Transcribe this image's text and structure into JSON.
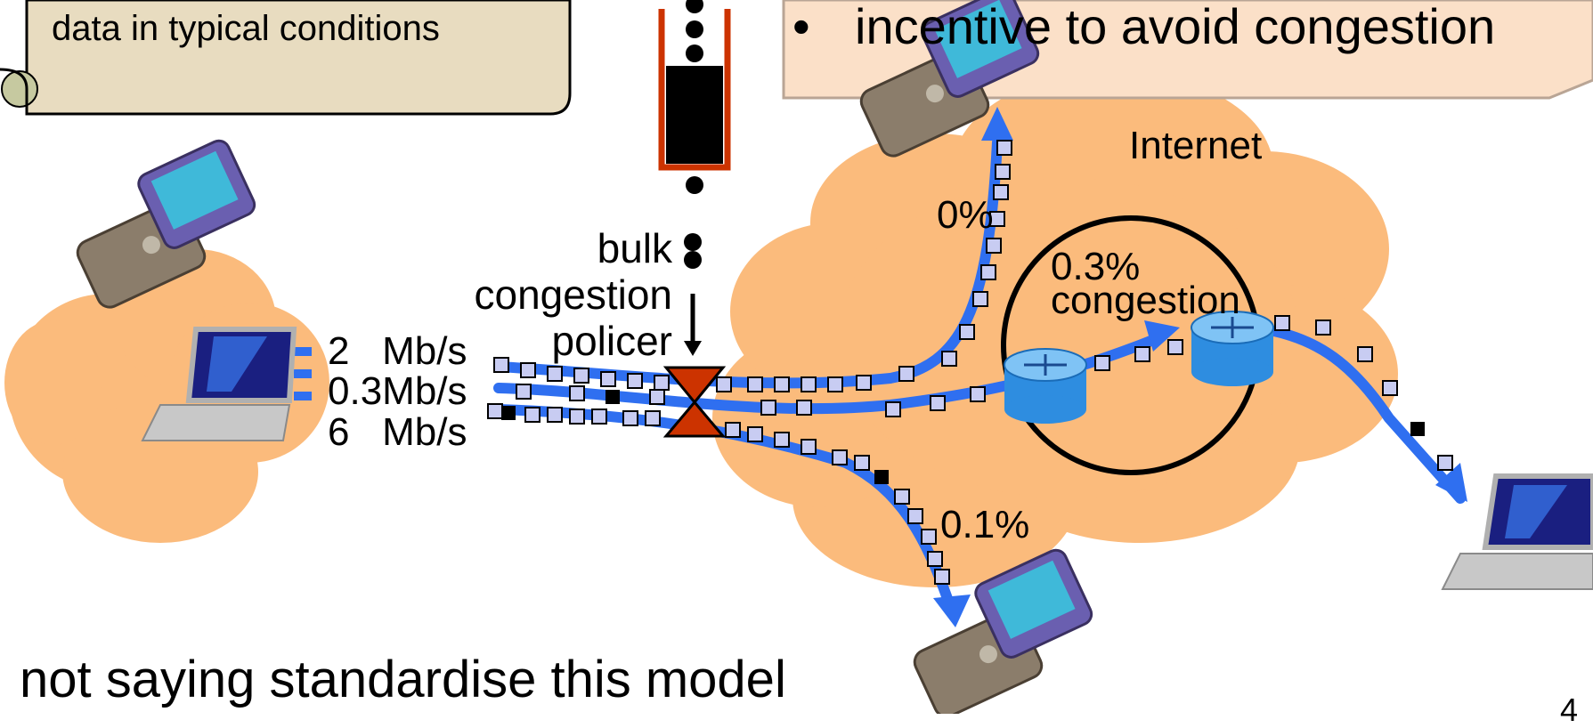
{
  "scroll_note": {
    "text": "data in typical conditions"
  },
  "callout": {
    "bullet": "•",
    "text": "incentive to avoid congestion"
  },
  "internet_label": "Internet",
  "policer": {
    "line1": "bulk",
    "line2": "congestion",
    "line3": "policer"
  },
  "rates": [
    "2   Mb/s",
    "0.3Mb/s",
    "6   Mb/s"
  ],
  "congestion_levels": {
    "top_path": "0%",
    "router": "0.3%",
    "router_label": "congestion",
    "bottom_path": "0.1%"
  },
  "footer": "not saying standardise this model",
  "slide_number": "4",
  "colors": {
    "cloud": "#fbbb7c",
    "flow": "#2f6ff0",
    "packet": "#c8ccf2",
    "marked_packet": "#000000",
    "policer": "#cc3300",
    "router": "#2e8de0",
    "callout_bg": "#fbe0c8",
    "scroll_bg": "#e8dcc0"
  },
  "icons": [
    "mobile-phone-icon",
    "laptop-icon",
    "router-icon",
    "hourglass-policer-icon"
  ]
}
